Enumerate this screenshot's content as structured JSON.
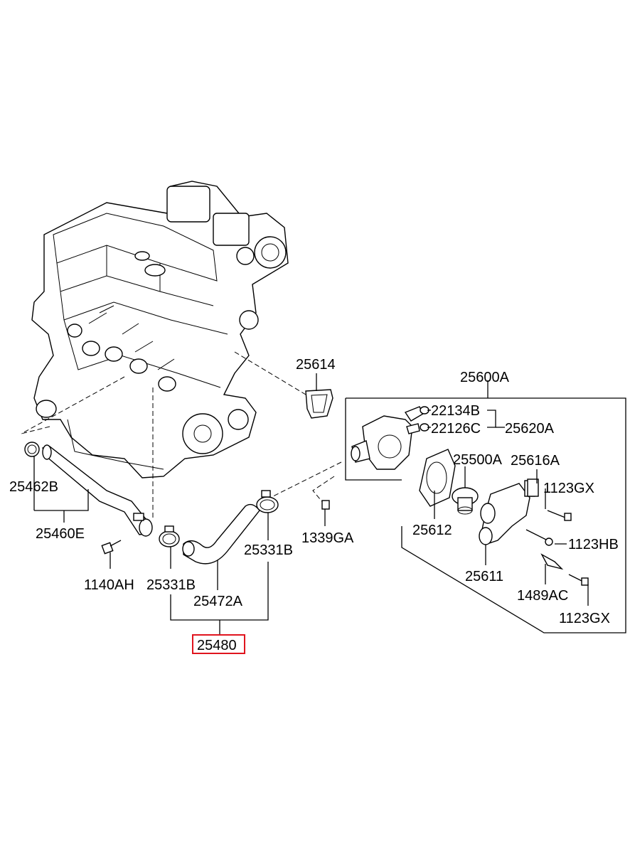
{
  "diagram": {
    "labels": {
      "p25614": "25614",
      "p25600A": "25600A",
      "p22134B": "22134B",
      "p22126C": "22126C",
      "p25620A": "25620A",
      "p25500A": "25500A",
      "p25616A": "25616A",
      "p1123GX_a": "1123GX",
      "p25462B": "25462B",
      "p25460E": "25460E",
      "p1339GA": "1339GA",
      "p25331B_r": "25331B",
      "p25612": "25612",
      "p1123HB": "1123HB",
      "p25611": "25611",
      "p1140AH": "1140AH",
      "p25331B_l": "25331B",
      "p25472A": "25472A",
      "p1489AC": "1489AC",
      "p1123GX_b": "1123GX",
      "p25480": "25480"
    },
    "highlighted_part": "25480",
    "highlight_color": "#e0141e",
    "icons": [
      "engine-block-icon",
      "water-pipe-icon",
      "hose-icon",
      "hose-clamp-icon",
      "thermostat-icon",
      "gasket-icon",
      "bolt-icon",
      "water-outlet-fitting-icon"
    ]
  }
}
